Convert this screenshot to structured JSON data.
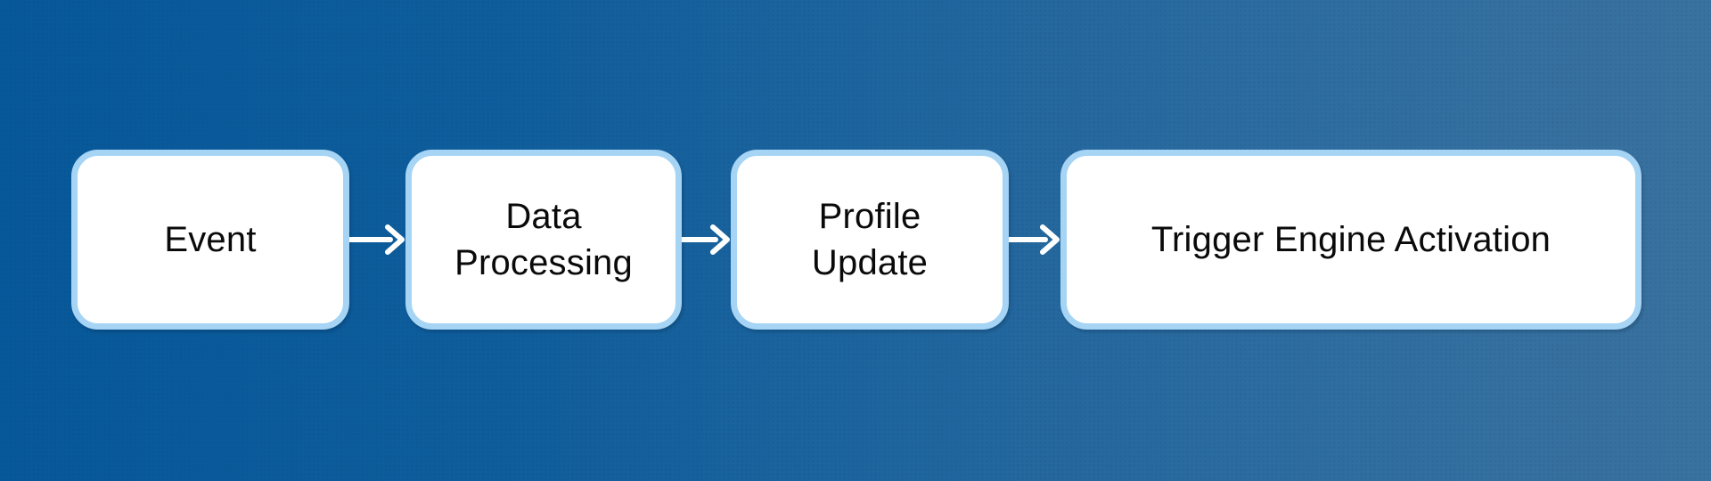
{
  "diagram": {
    "type": "flowchart",
    "direction": "left-to-right",
    "nodes": [
      {
        "id": "event",
        "label": "Event"
      },
      {
        "id": "data-processing",
        "label": "Data Processing"
      },
      {
        "id": "profile-update",
        "label": "Profile Update"
      },
      {
        "id": "trigger-engine-activation",
        "label": "Trigger Engine Activation"
      }
    ],
    "edges": [
      {
        "from": "event",
        "to": "data-processing",
        "style": "arrow-right"
      },
      {
        "from": "data-processing",
        "to": "profile-update",
        "style": "arrow-right"
      },
      {
        "from": "profile-update",
        "to": "trigger-engine-activation",
        "style": "arrow-right"
      }
    ],
    "colors": {
      "background_gradient_left": "#07589a",
      "background_gradient_right": "#3a729f",
      "node_fill": "#ffffff",
      "node_border": "#a6d4f4",
      "arrow": "#ffffff",
      "text": "#0a0a0a"
    }
  }
}
